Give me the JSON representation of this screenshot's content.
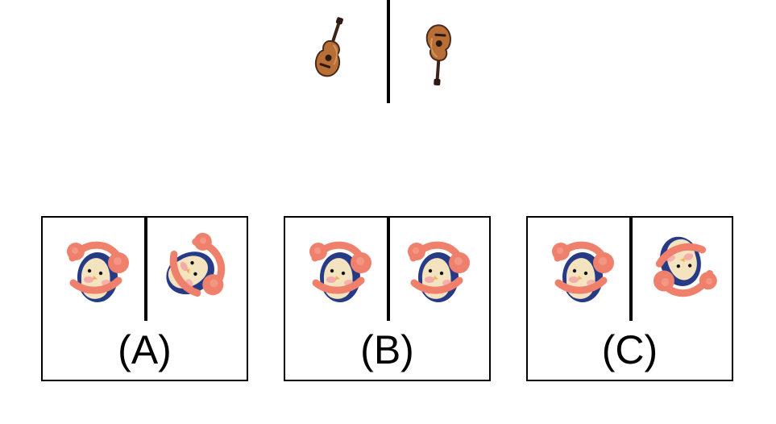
{
  "example": {
    "left_icon": "acoustic-guitar-icon",
    "right_icon": "acoustic-guitar-icon"
  },
  "options": [
    {
      "label": "(A)",
      "left_icon": "penguin-toy-icon",
      "right_icon": "penguin-toy-icon"
    },
    {
      "label": "(B)",
      "left_icon": "penguin-toy-icon",
      "right_icon": "penguin-toy-icon"
    },
    {
      "label": "(C)",
      "left_icon": "penguin-toy-icon",
      "right_icon": "penguin-toy-icon"
    }
  ],
  "colors": {
    "line": "#000000",
    "guitar_body": "#b86f36",
    "guitar_dark": "#3d2418",
    "penguin_body": "#263a86",
    "penguin_belly": "#f4e3bf",
    "penguin_ring": "#ef806c",
    "penguin_cheek": "#f5a1a6"
  }
}
